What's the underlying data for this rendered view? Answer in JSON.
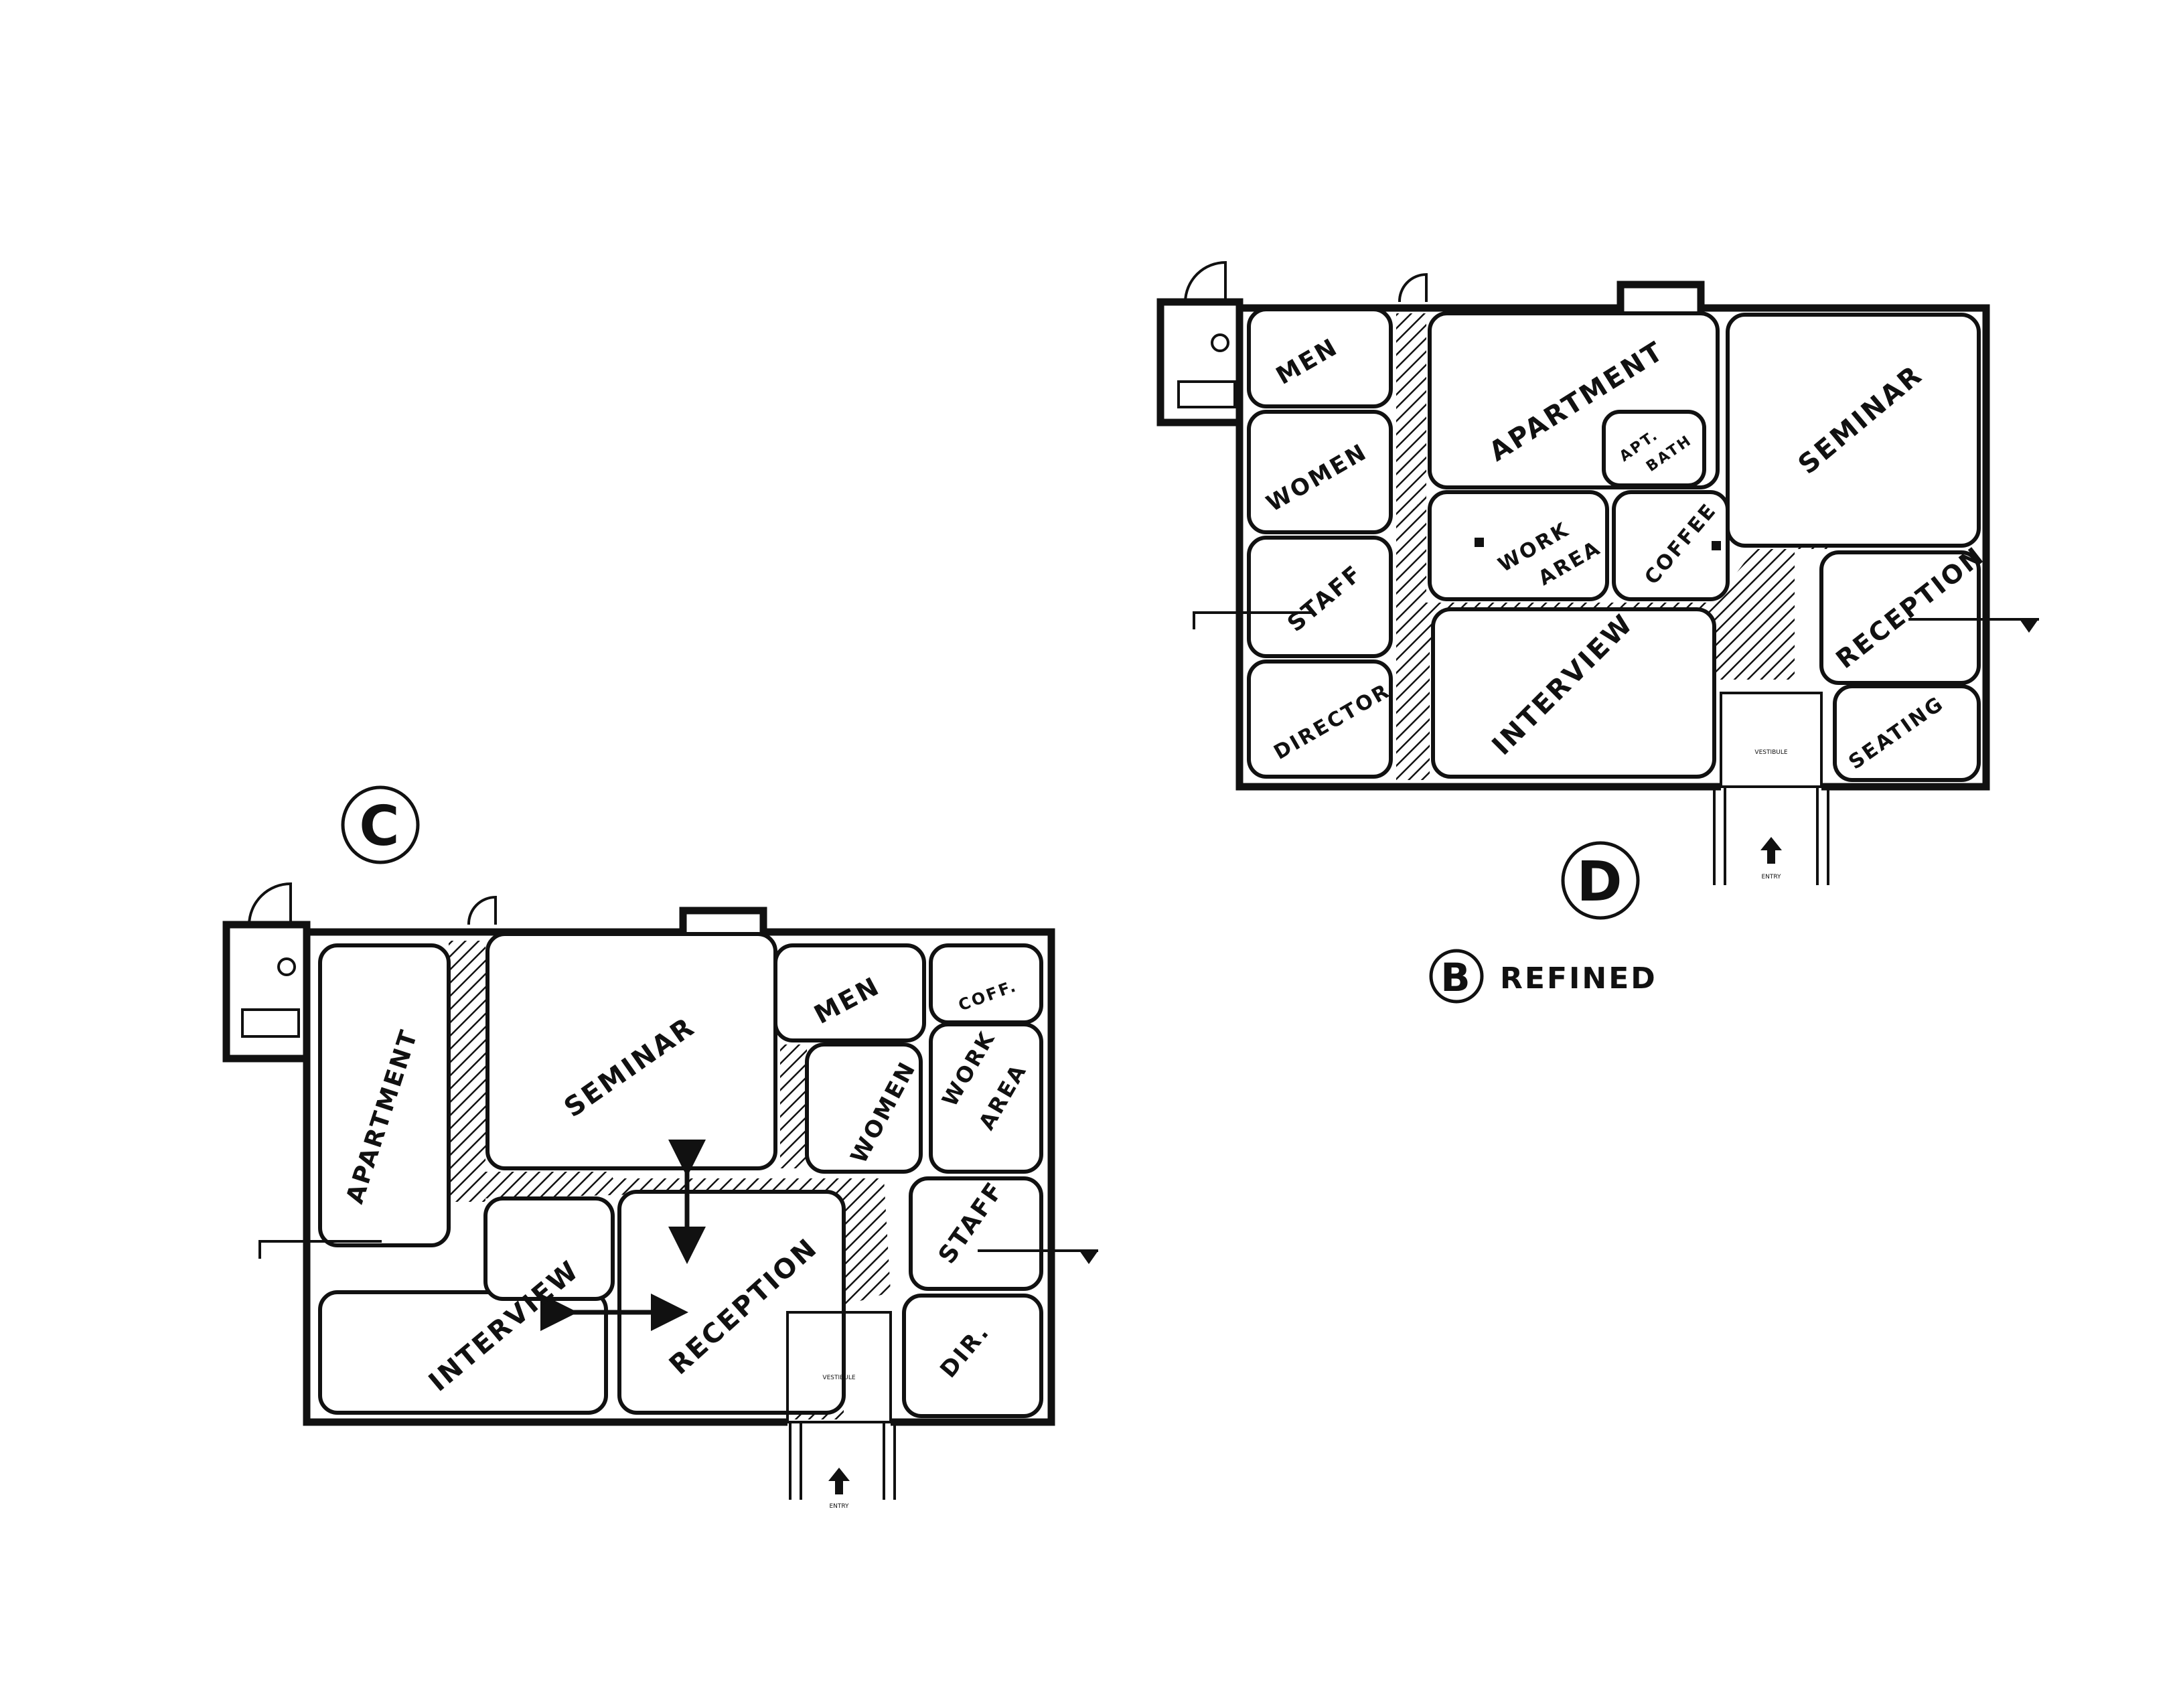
{
  "plan_c": {
    "marker": "C",
    "rooms": {
      "apartment": "APARTMENT",
      "seminar": "SEMINAR",
      "men": "MEN",
      "coffee": "COFF.",
      "women": "WOMEN",
      "work_area": [
        "WORK",
        "AREA"
      ],
      "staff": "STAFF",
      "interview": "INTERVIEW",
      "reception": "RECEPTION",
      "director": "DIR."
    },
    "vestibule": "VESTIBULE",
    "entry": "ENTRY"
  },
  "plan_d": {
    "marker": "D",
    "rooms": {
      "men": "MEN",
      "women": "WOMEN",
      "staff": "STAFF",
      "director": "DIRECTOR",
      "apartment": "APARTMENT",
      "apt_bath": [
        "APT.",
        "BATH"
      ],
      "seminar": "SEMINAR",
      "work_area": [
        "WORK",
        "AREA"
      ],
      "coffee": "COFFEE",
      "interview": "INTERVIEW",
      "reception": "RECEPTION",
      "seating": "SEATING"
    },
    "vestibule": "VESTIBULE",
    "entry": "ENTRY"
  },
  "caption": {
    "marker": "B",
    "text": "REFINED"
  }
}
